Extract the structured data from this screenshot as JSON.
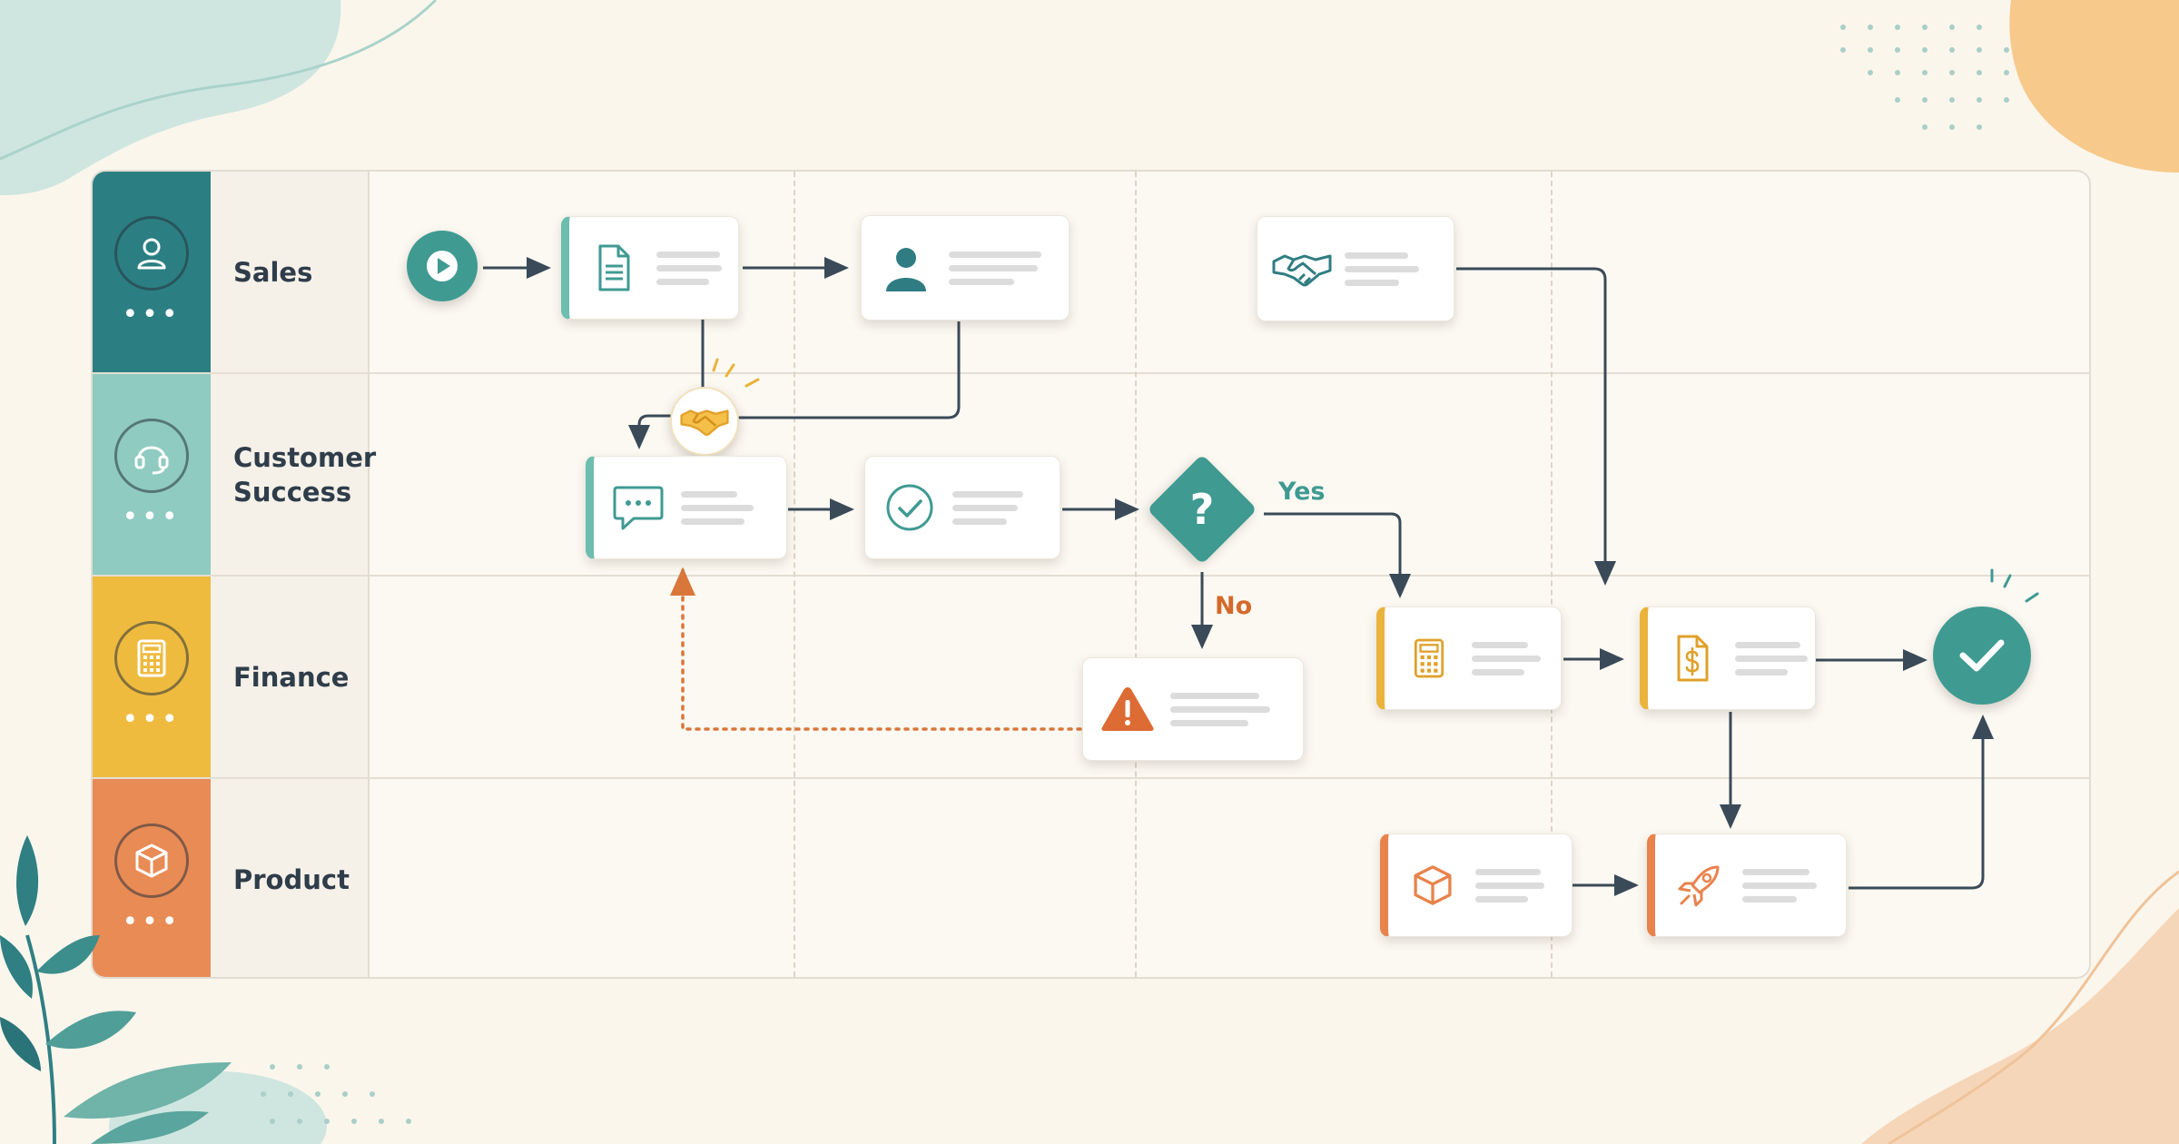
{
  "colors": {
    "teal_dark": "#2b7f83",
    "teal_light": "#8fcbc0",
    "yellow": "#eebb3f",
    "orange": "#e98b55",
    "edge": "#3a4a58",
    "edge_alt": "#d9773a",
    "decision": "#3f9a92",
    "yes_label": "#3f9a92",
    "no_label": "#d46a2a"
  },
  "lanes": [
    {
      "id": "sales",
      "label": "Sales",
      "icon": "user-icon",
      "color": "#2b7f83"
    },
    {
      "id": "customer-success",
      "label": "Customer\nSuccess",
      "icon": "headset-icon",
      "color": "#8fcbc0"
    },
    {
      "id": "finance",
      "label": "Finance",
      "icon": "calculator-icon",
      "color": "#eebb3f"
    },
    {
      "id": "product",
      "label": "Product",
      "icon": "box-icon",
      "color": "#e98b55"
    }
  ],
  "nodes": [
    {
      "id": "start",
      "type": "start",
      "lane": "sales",
      "icon": "play-icon"
    },
    {
      "id": "document",
      "type": "task",
      "lane": "sales",
      "icon": "document-icon"
    },
    {
      "id": "contact",
      "type": "task",
      "lane": "sales",
      "icon": "person-icon"
    },
    {
      "id": "deal",
      "type": "task",
      "lane": "sales",
      "icon": "handshake-icon"
    },
    {
      "id": "handoff",
      "type": "handoff",
      "lane": "customer-success",
      "icon": "handshake-icon"
    },
    {
      "id": "feedback",
      "type": "task",
      "lane": "customer-success",
      "icon": "chat-icon"
    },
    {
      "id": "review",
      "type": "task",
      "lane": "customer-success",
      "icon": "check-circle-icon"
    },
    {
      "id": "decision",
      "type": "decision",
      "lane": "customer-success",
      "icon": "question-icon",
      "label": "?"
    },
    {
      "id": "issue",
      "type": "task",
      "lane": "finance",
      "icon": "warning-icon"
    },
    {
      "id": "calculate",
      "type": "task",
      "lane": "finance",
      "icon": "calculator-icon"
    },
    {
      "id": "invoice",
      "type": "task",
      "lane": "finance",
      "icon": "invoice-icon"
    },
    {
      "id": "end",
      "type": "end",
      "lane": "finance",
      "icon": "checkmark-icon"
    },
    {
      "id": "package",
      "type": "task",
      "lane": "product",
      "icon": "box-icon"
    },
    {
      "id": "launch",
      "type": "task",
      "lane": "product",
      "icon": "rocket-icon"
    }
  ],
  "edges": [
    {
      "from": "start",
      "to": "document"
    },
    {
      "from": "document",
      "to": "contact"
    },
    {
      "from": "document",
      "to": "feedback"
    },
    {
      "from": "contact",
      "to": "handoff"
    },
    {
      "from": "feedback",
      "to": "review"
    },
    {
      "from": "review",
      "to": "decision"
    },
    {
      "from": "decision",
      "to": "calculate",
      "label": "Yes"
    },
    {
      "from": "decision",
      "to": "issue",
      "label": "No"
    },
    {
      "from": "issue",
      "to": "feedback",
      "style": "dotted"
    },
    {
      "from": "deal",
      "to": "invoice"
    },
    {
      "from": "calculate",
      "to": "invoice"
    },
    {
      "from": "invoice",
      "to": "end"
    },
    {
      "from": "invoice",
      "to": "launch"
    },
    {
      "from": "package",
      "to": "launch"
    },
    {
      "from": "launch",
      "to": "end"
    }
  ],
  "edge_labels": {
    "yes": "Yes",
    "no": "No"
  }
}
